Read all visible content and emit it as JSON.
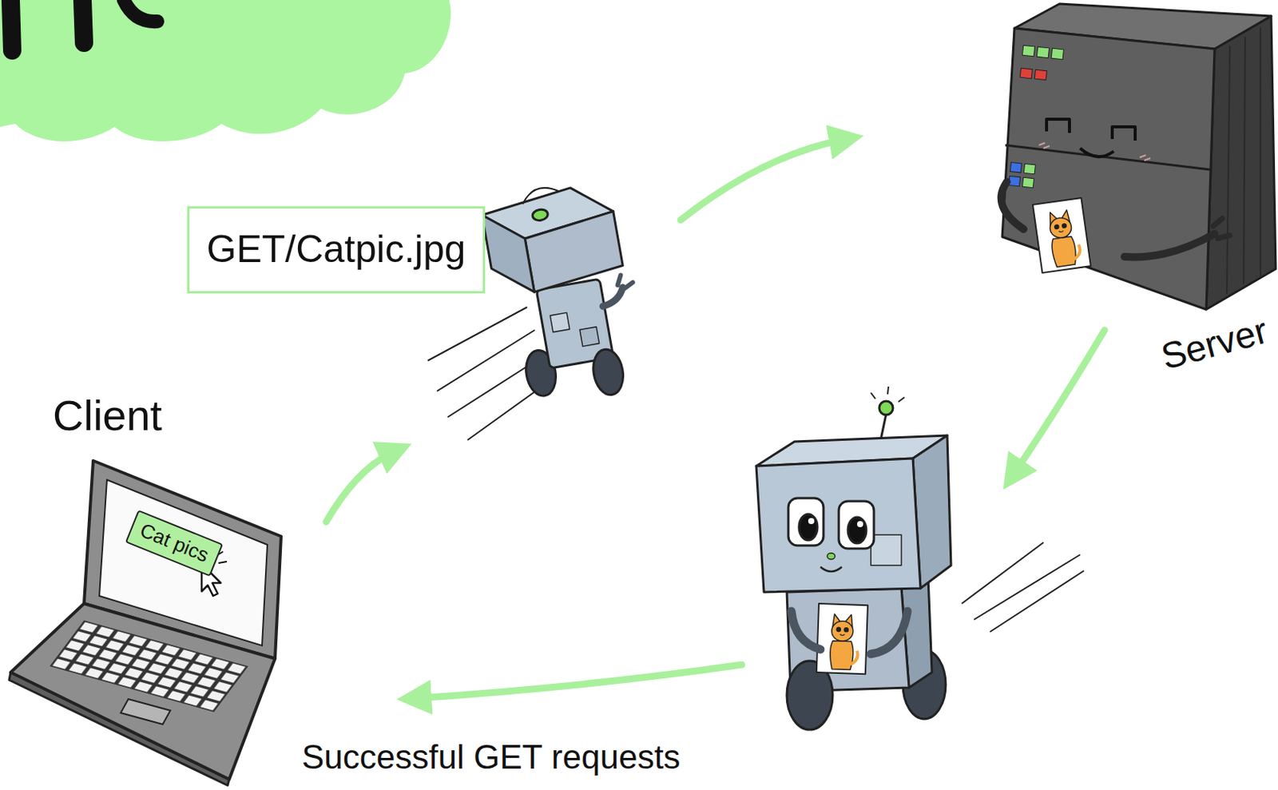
{
  "diagram": {
    "nodes": [
      {
        "text": [
          "GET/Catpic.jpg"
        ]
      },
      {
        "text": [
          "Cat pics"
        ]
      }
    ],
    "labels": [
      "Client",
      "Server",
      "Successful GET requests"
    ]
  }
}
